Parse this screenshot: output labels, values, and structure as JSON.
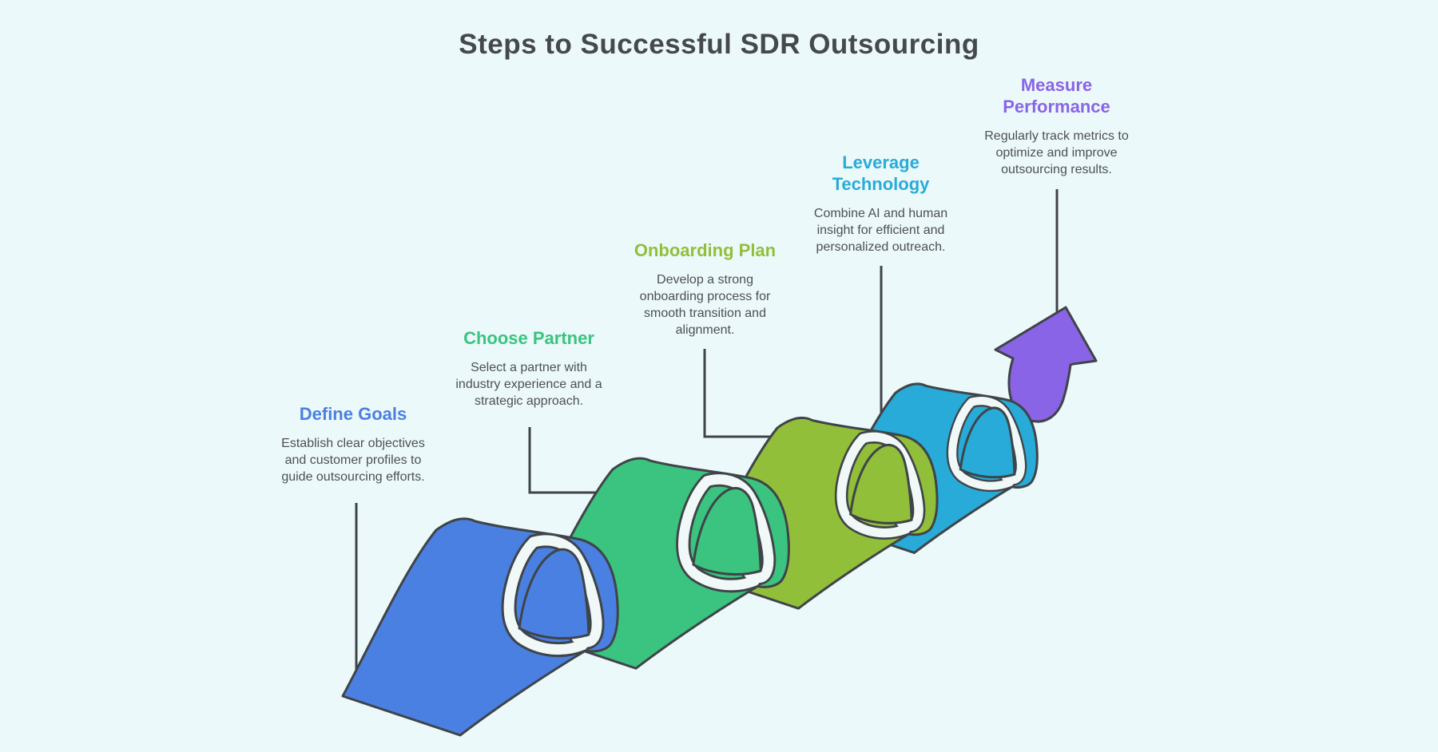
{
  "title": "Steps to Successful SDR Outsourcing",
  "colors": {
    "background": "#ecf9fb",
    "outline": "#3f4448",
    "band": "#f0f8f8",
    "title_text": "#46494b",
    "body_text": "#4c5055"
  },
  "steps": [
    {
      "title": "Define Goals",
      "description": "Establish clear objectives and customer profiles to guide outsourcing efforts.",
      "accent": "#4a80e1"
    },
    {
      "title": "Choose Partner",
      "description": "Select a partner with industry experience and a strategic approach.",
      "accent": "#3ac47f"
    },
    {
      "title": "Onboarding Plan",
      "description": "Develop a strong onboarding process for smooth transition and alignment.",
      "accent": "#92bf3a"
    },
    {
      "title": "Leverage Technology",
      "description": "Combine AI and human insight for efficient and personalized outreach.",
      "accent": "#28abd8"
    },
    {
      "title": "Measure Performance",
      "description": "Regularly track metrics to optimize and improve outsourcing results.",
      "accent": "#8a64e6"
    }
  ]
}
